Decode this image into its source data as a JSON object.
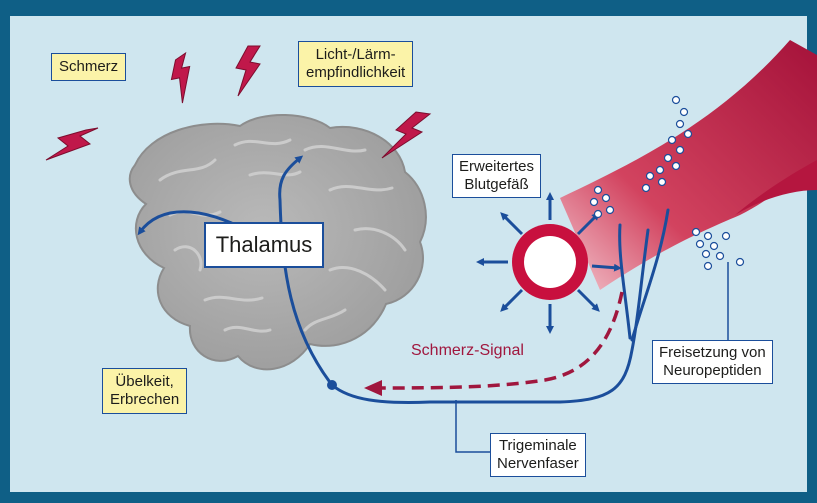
{
  "labels": {
    "schmerz": "Schmerz",
    "licht_laerm_1": "Licht-/Lärm-",
    "licht_laerm_2": "empfindlichkeit",
    "blutgefaess_1": "Erweitertes",
    "blutgefaess_2": "Blutgefäß",
    "thalamus": "Thalamus",
    "schmerz_signal": "Schmerz-Signal",
    "uebelkeit_1": "Übelkeit,",
    "uebelkeit_2": "Erbrechen",
    "neuropeptide_1": "Freisetzung von",
    "neuropeptide_2": "Neuropeptiden",
    "nervenfaser_1": "Trigeminale",
    "nervenfaser_2": "Nervenfaser"
  },
  "colors": {
    "frame": "#0f5f86",
    "background": "#cfe6ef",
    "brain": "#a9a9a9",
    "nerve": "#1b4e9b",
    "vessel": "#b5163f",
    "signal": "#a0173e",
    "label_yellow": "#fbf3a8"
  },
  "icons": {
    "pain_bolt": "lightning-bolt-icon",
    "dilation": "arrow-outward-icon",
    "peptides": "bubble-circle-icon"
  }
}
